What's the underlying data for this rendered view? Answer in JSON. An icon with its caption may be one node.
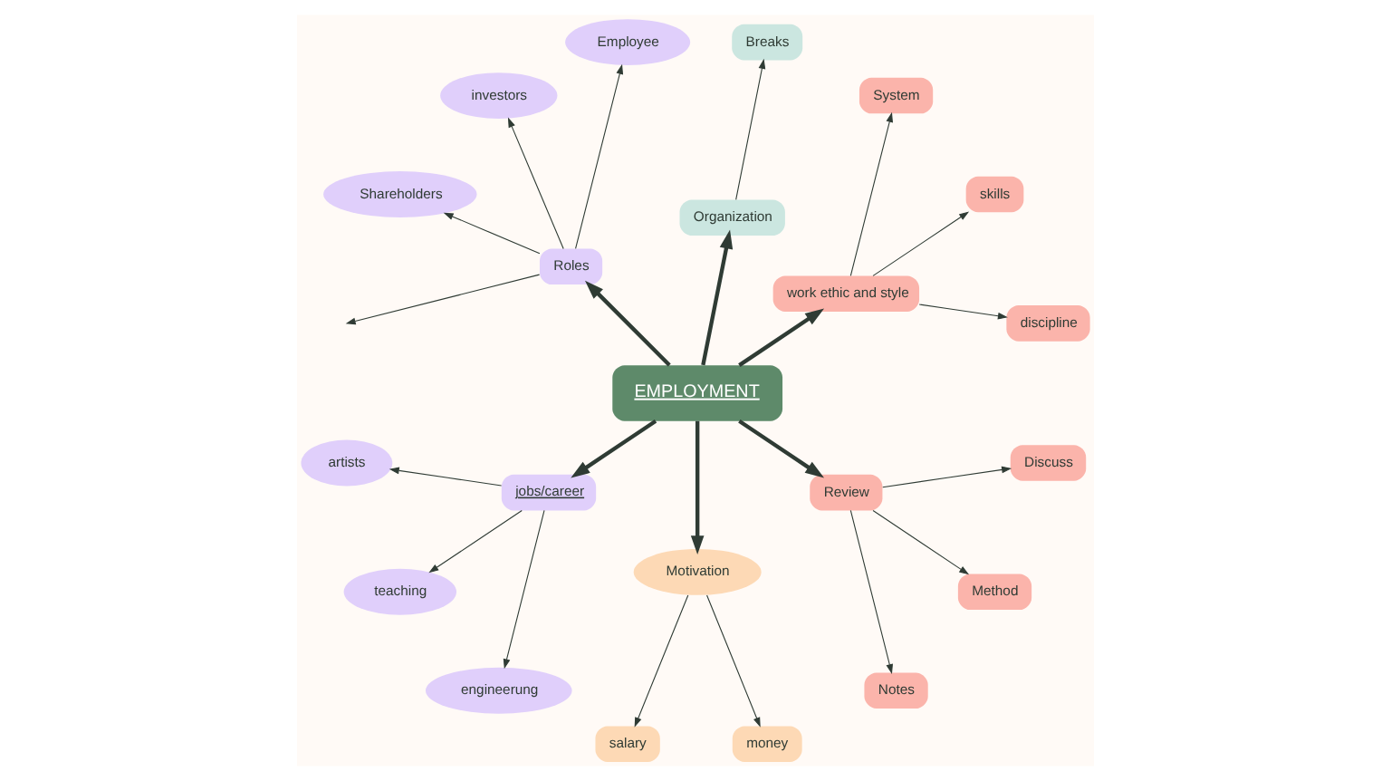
{
  "diagram": {
    "nodes": [
      {
        "text": [
          "EMPLOYMENT"
        ]
      },
      {
        "text": [
          "work ethic and style"
        ]
      },
      {
        "text": [
          "discipline"
        ]
      },
      {
        "text": [
          "skills"
        ]
      },
      {
        "text": [
          "System"
        ]
      },
      {
        "text": [
          "Organization"
        ]
      },
      {
        "text": [
          "Breaks"
        ]
      },
      {
        "text": [
          "Roles"
        ]
      },
      {
        "text": [
          "Employee"
        ]
      },
      {
        "text": [
          "investors"
        ]
      },
      {
        "text": [
          "Shareholders"
        ]
      },
      {
        "text": [
          "jobs/career"
        ]
      },
      {
        "text": [
          "artists"
        ]
      },
      {
        "text": [
          "teaching"
        ]
      },
      {
        "text": [
          "engineerung"
        ]
      },
      {
        "text": [
          "Motivation"
        ]
      },
      {
        "text": [
          "salary"
        ]
      },
      {
        "text": [
          "money"
        ]
      },
      {
        "text": [
          "Review"
        ]
      },
      {
        "text": [
          "Notes"
        ]
      },
      {
        "text": [
          "Method"
        ]
      },
      {
        "text": [
          "Discuss"
        ]
      }
    ],
    "edges": [
      {
        "from": 0,
        "to": 1,
        "arrow": "to",
        "style": "thick"
      },
      {
        "from": 1,
        "to": 2,
        "arrow": "to"
      },
      {
        "from": 1,
        "to": 3,
        "arrow": "to"
      },
      {
        "from": 1,
        "to": 4,
        "arrow": "to"
      },
      {
        "from": 0,
        "to": 5,
        "arrow": "to",
        "style": "thick"
      },
      {
        "from": 5,
        "to": 6,
        "arrow": "to"
      },
      {
        "from": 0,
        "to": 7,
        "arrow": "to",
        "style": "thick"
      },
      {
        "from": 7,
        "to": 8,
        "arrow": "to"
      },
      {
        "from": 7,
        "to": 9,
        "arrow": "to"
      },
      {
        "from": 7,
        "to": 10,
        "arrow": "to"
      },
      {
        "from": 7,
        "to": null,
        "arrow": "to"
      },
      {
        "from": 0,
        "to": 11,
        "arrow": "to",
        "style": "thick"
      },
      {
        "from": 11,
        "to": 12,
        "arrow": "to"
      },
      {
        "from": 11,
        "to": 13,
        "arrow": "to"
      },
      {
        "from": 11,
        "to": 14,
        "arrow": "to"
      },
      {
        "from": 0,
        "to": 15,
        "arrow": "to",
        "style": "thick"
      },
      {
        "from": 15,
        "to": 16,
        "arrow": "to"
      },
      {
        "from": 15,
        "to": 17,
        "arrow": "to"
      },
      {
        "from": 0,
        "to": 18,
        "arrow": "to",
        "style": "thick"
      },
      {
        "from": 18,
        "to": 19,
        "arrow": "to"
      },
      {
        "from": 18,
        "to": 20,
        "arrow": "to"
      },
      {
        "from": 18,
        "to": 21,
        "arrow": "to"
      }
    ]
  }
}
